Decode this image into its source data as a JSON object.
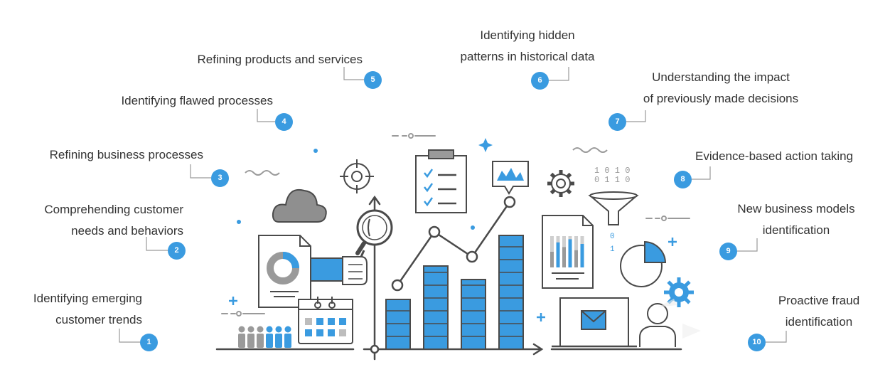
{
  "colors": {
    "accent": "#3a9be0",
    "outline": "#4a4a4a",
    "grey": "#9a9a9a",
    "text": "#333333"
  },
  "items": [
    {
      "number": "1",
      "label": "Identifying emerging\ncustomer trends"
    },
    {
      "number": "2",
      "label": "Comprehending customer\nneeds and behaviors"
    },
    {
      "number": "3",
      "label": "Refining business processes"
    },
    {
      "number": "4",
      "label": "Identifying flawed processes"
    },
    {
      "number": "5",
      "label": "Refining products and services"
    },
    {
      "number": "6",
      "label": "Identifying hidden\npatterns in historical data"
    },
    {
      "number": "7",
      "label": "Understanding the impact\nof previously made decisions"
    },
    {
      "number": "8",
      "label": "Evidence-based action taking"
    },
    {
      "number": "9",
      "label": "New business models\nidentification"
    },
    {
      "number": "10",
      "label": "Proactive fraud\nidentification"
    }
  ],
  "chart_data": {
    "type": "bar",
    "categories": [
      "",
      "",
      "",
      ""
    ],
    "values": [
      70,
      117,
      98,
      160
    ],
    "line": [
      90,
      165,
      130,
      207
    ]
  },
  "binary_text": "1 0 1 0\n0 1 1 0\n0 1"
}
